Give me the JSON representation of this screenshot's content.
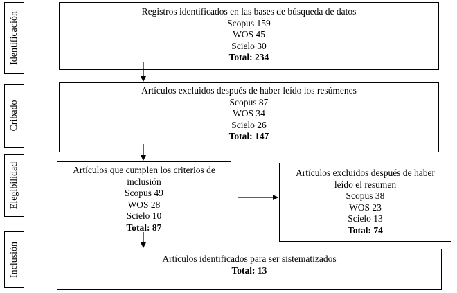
{
  "stages": {
    "identificacion": "Identificación",
    "cribado": "Cribado",
    "elegibilidad": "Elegibilidad",
    "inclusion": "Inclusión"
  },
  "boxes": {
    "identified": {
      "title": "Registros identificados en las bases de búsqueda de datos",
      "scopus": "Scopus 159",
      "wos": "WOS  45",
      "scielo": "Scielo 30",
      "total": "Total:  234"
    },
    "screened_excluded": {
      "title": "Artículos excluidos después de haber leído los resúmenes",
      "scopus": "Scopus 87",
      "wos": "WOS  34",
      "scielo": "Scielo 26",
      "total": "Total:  147"
    },
    "eligible": {
      "title_line1": "Artículos que cumplen los criterios de",
      "title_line2": "inclusión",
      "scopus": "Scopus 49",
      "wos": "WOS  28",
      "scielo": "Scielo 10",
      "total": "Total:  87"
    },
    "eligibility_excluded": {
      "title_line1": "Artículos excluidos después de haber",
      "title_line2": "leído el resumen",
      "scopus": "Scopus 38",
      "wos": "WOS  23",
      "scielo": "Scielo 13",
      "total": "Total:  74"
    },
    "included": {
      "title": "Artículos identificados para ser sistematizados",
      "total": "Total: 13"
    }
  }
}
